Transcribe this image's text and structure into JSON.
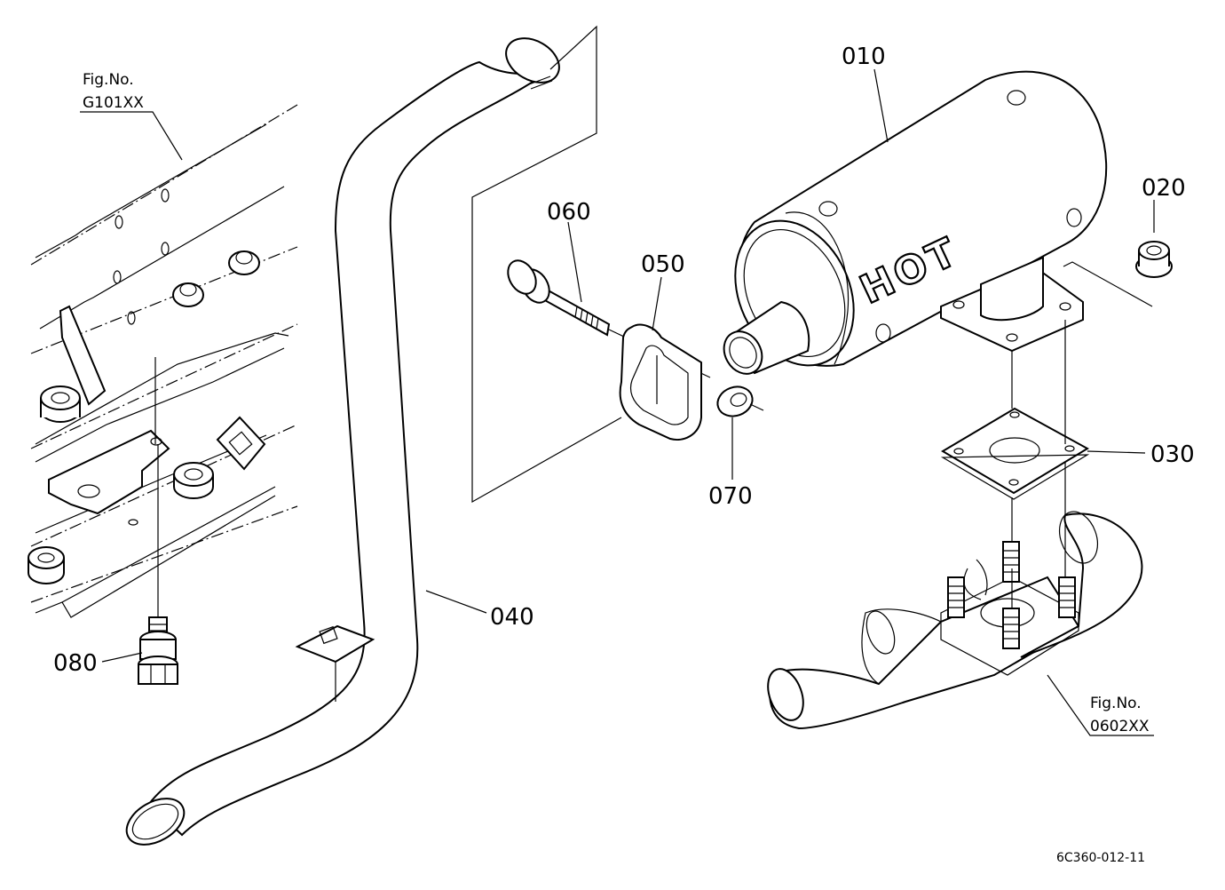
{
  "parts": {
    "p010": "010",
    "p020": "020",
    "p030": "030",
    "p040": "040",
    "p050": "050",
    "p060": "060",
    "p070": "070",
    "p080": "080"
  },
  "refs": {
    "left": {
      "prefix": "Fig.No.",
      "code": "G101XX"
    },
    "right": {
      "prefix": "Fig.No.",
      "code": "0602XX"
    }
  },
  "warning_text": "HOT",
  "drawing_code": "6C360-012-11"
}
